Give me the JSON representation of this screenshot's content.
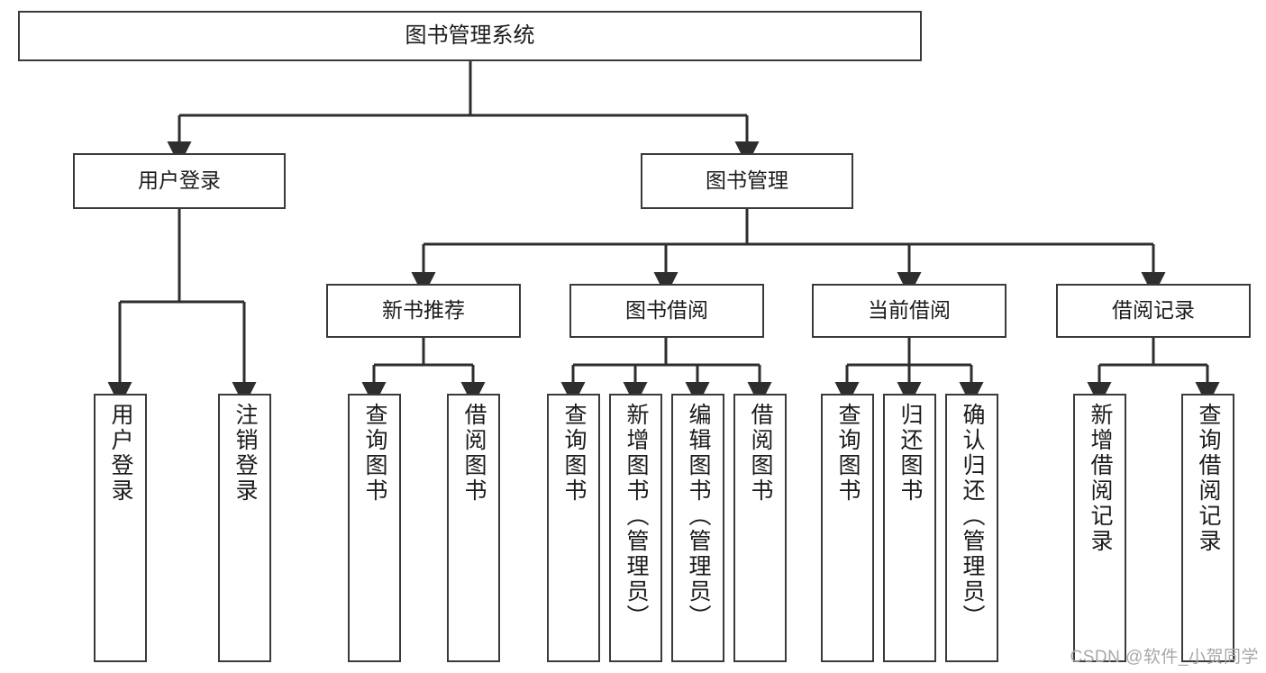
{
  "diagram": {
    "title": "图书管理系统",
    "type": "tree-hierarchy",
    "root": {
      "label": "图书管理系统"
    },
    "level2": [
      {
        "label": "用户登录"
      },
      {
        "label": "图书管理"
      }
    ],
    "level3": [
      {
        "label": "新书推荐"
      },
      {
        "label": "图书借阅"
      },
      {
        "label": "当前借阅"
      },
      {
        "label": "借阅记录"
      }
    ],
    "leaves": {
      "user_login": [
        {
          "label": "用户登录"
        },
        {
          "label": "注销登录"
        }
      ],
      "new_book_recommend": [
        {
          "label": "查询图书"
        },
        {
          "label": "借阅图书"
        }
      ],
      "book_borrow": [
        {
          "label": "查询图书"
        },
        {
          "label": "新增图书（管理员）"
        },
        {
          "label": "编辑图书（管理员）"
        },
        {
          "label": "借阅图书"
        }
      ],
      "current_borrow": [
        {
          "label": "查询图书"
        },
        {
          "label": "归还图书"
        },
        {
          "label": "确认归还（管理员）"
        }
      ],
      "borrow_record": [
        {
          "label": "新增借阅记录"
        },
        {
          "label": "查询借阅记录"
        }
      ]
    }
  },
  "watermark": {
    "text": "CSDN @软件_小贺同学"
  },
  "colors": {
    "stroke": "#3a3a3a",
    "text": "#1b1b1b",
    "background": "#ffffff",
    "watermark": "#a8a8a8"
  }
}
